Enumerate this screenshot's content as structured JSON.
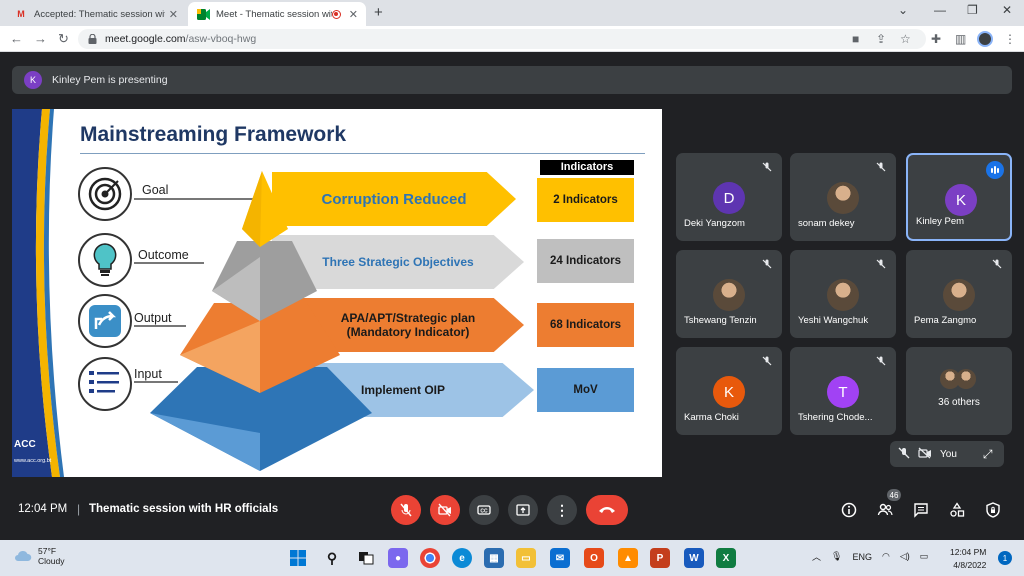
{
  "browser": {
    "tabs": [
      {
        "title": "Accepted: Thematic session with",
        "icon": "gmail-icon"
      },
      {
        "title": "Meet - Thematic session wit",
        "icon": "meet-icon",
        "recording": true
      }
    ],
    "url_host": "meet.google.com",
    "url_path": "/asw-vboq-hwg"
  },
  "presenting": {
    "avatar_letter": "K",
    "text": "Kinley Pem is presenting"
  },
  "slide": {
    "title": "Mainstreaming Framework",
    "indicators_header": "Indicators",
    "levels": [
      {
        "label": "Goal",
        "text": "Corruption Reduced",
        "indicator": "2 Indicators",
        "arrow_color": "#ffc000",
        "text_color": "#2e74b5",
        "box_color": "#ffc000"
      },
      {
        "label": "Outcome",
        "text": "Three Strategic Objectives",
        "indicator": "24 Indicators",
        "arrow_color": "#d9d9d9",
        "text_color": "#2e74b5",
        "box_color": "#bfbfbf"
      },
      {
        "label": "Output",
        "text": "APA/APT/Strategic plan (Mandatory Indicator)",
        "indicator": "68 Indicators",
        "arrow_color": "#ed7d31",
        "text_color": "#1a1a1a",
        "box_color": "#ed7d31"
      },
      {
        "label": "Input",
        "text": "Implement OIP",
        "indicator": "MoV",
        "arrow_color": "#9dc3e6",
        "text_color": "#1a1a1a",
        "box_color": "#5b9bd5"
      }
    ],
    "logo_text": "ACC",
    "logo_url": "www.acc.org.bt"
  },
  "participants": [
    {
      "name": "Deki Yangzom",
      "type": "letter",
      "letter": "D",
      "color": "#5e35b1"
    },
    {
      "name": "sonam dekey",
      "type": "photo"
    },
    {
      "name": "Kinley Pem",
      "type": "letter",
      "letter": "K",
      "color": "#7b3fc4",
      "active": true
    },
    {
      "name": "Tshewang Tenzin",
      "type": "photo"
    },
    {
      "name": "Yeshi Wangchuk",
      "type": "photo"
    },
    {
      "name": "Pema Zangmo",
      "type": "photo"
    },
    {
      "name": "Karma Choki",
      "type": "letter",
      "letter": "K",
      "color": "#e8590c"
    },
    {
      "name": "Tshering Chode...",
      "type": "letter",
      "letter": "T",
      "color": "#a142f4"
    },
    {
      "name": "36 others",
      "type": "others"
    }
  ],
  "self_view": {
    "label": "You"
  },
  "meeting": {
    "time": "12:04 PM",
    "separator": "|",
    "title": "Thematic session with HR officials",
    "people_count": "46"
  },
  "taskbar": {
    "temperature": "57°F",
    "condition": "Cloudy",
    "language": "ENG",
    "time": "12:04 PM",
    "date": "4/8/2022",
    "notifications": "1"
  }
}
